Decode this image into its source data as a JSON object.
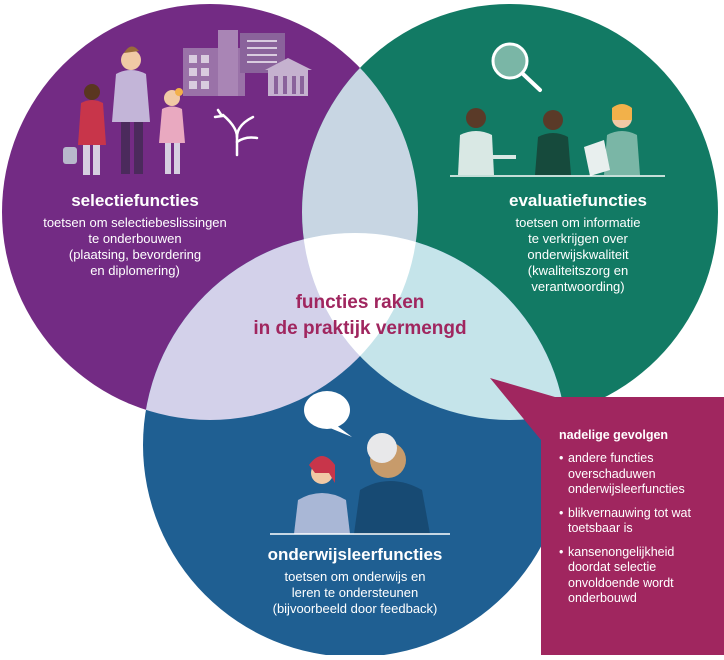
{
  "colors": {
    "selection": "#732b84",
    "evaluation": "#127a64",
    "learning": "#1f5f92",
    "center_accent": "#a0265f",
    "callout_bg": "#a0265f",
    "overlap_se": "#c8d6e3",
    "overlap_sl": "#d3d1ea",
    "overlap_el": "#c5e4ea"
  },
  "selection": {
    "title": "selectiefuncties",
    "lines": [
      "toetsen om selectiebeslissingen",
      "te onderbouwen",
      "(plaatsing, bevordering",
      "en diplomering)"
    ]
  },
  "evaluation": {
    "title": "evaluatiefuncties",
    "lines": [
      "toetsen om informatie",
      "te verkrijgen over",
      "onderwijskwaliteit",
      "(kwaliteitszorg en",
      "verantwoording)"
    ]
  },
  "learning": {
    "title": "onderwijsleerfuncties",
    "lines": [
      "toetsen om onderwijs en",
      "leren te ondersteunen",
      "(bijvoorbeeld door feedback)"
    ]
  },
  "center": {
    "lines": [
      "functies raken",
      "in de praktijk vermengd"
    ]
  },
  "callout": {
    "title": "nadelige gevolgen",
    "items": [
      "andere functies overschaduwen onderwijsleerfuncties",
      "blikvernauwing tot wat toetsbaar is",
      "kansenongelijkheid doordat selectie onvoldoende wordt onderbouwd"
    ]
  },
  "icons": {
    "selection": [
      "students-illustration",
      "school-buildings-illustration",
      "branching-arrows-icon"
    ],
    "evaluation": [
      "magnifier-icon",
      "inspectors-illustration"
    ],
    "learning": [
      "speech-bubble-icon",
      "teacher-student-illustration"
    ]
  }
}
